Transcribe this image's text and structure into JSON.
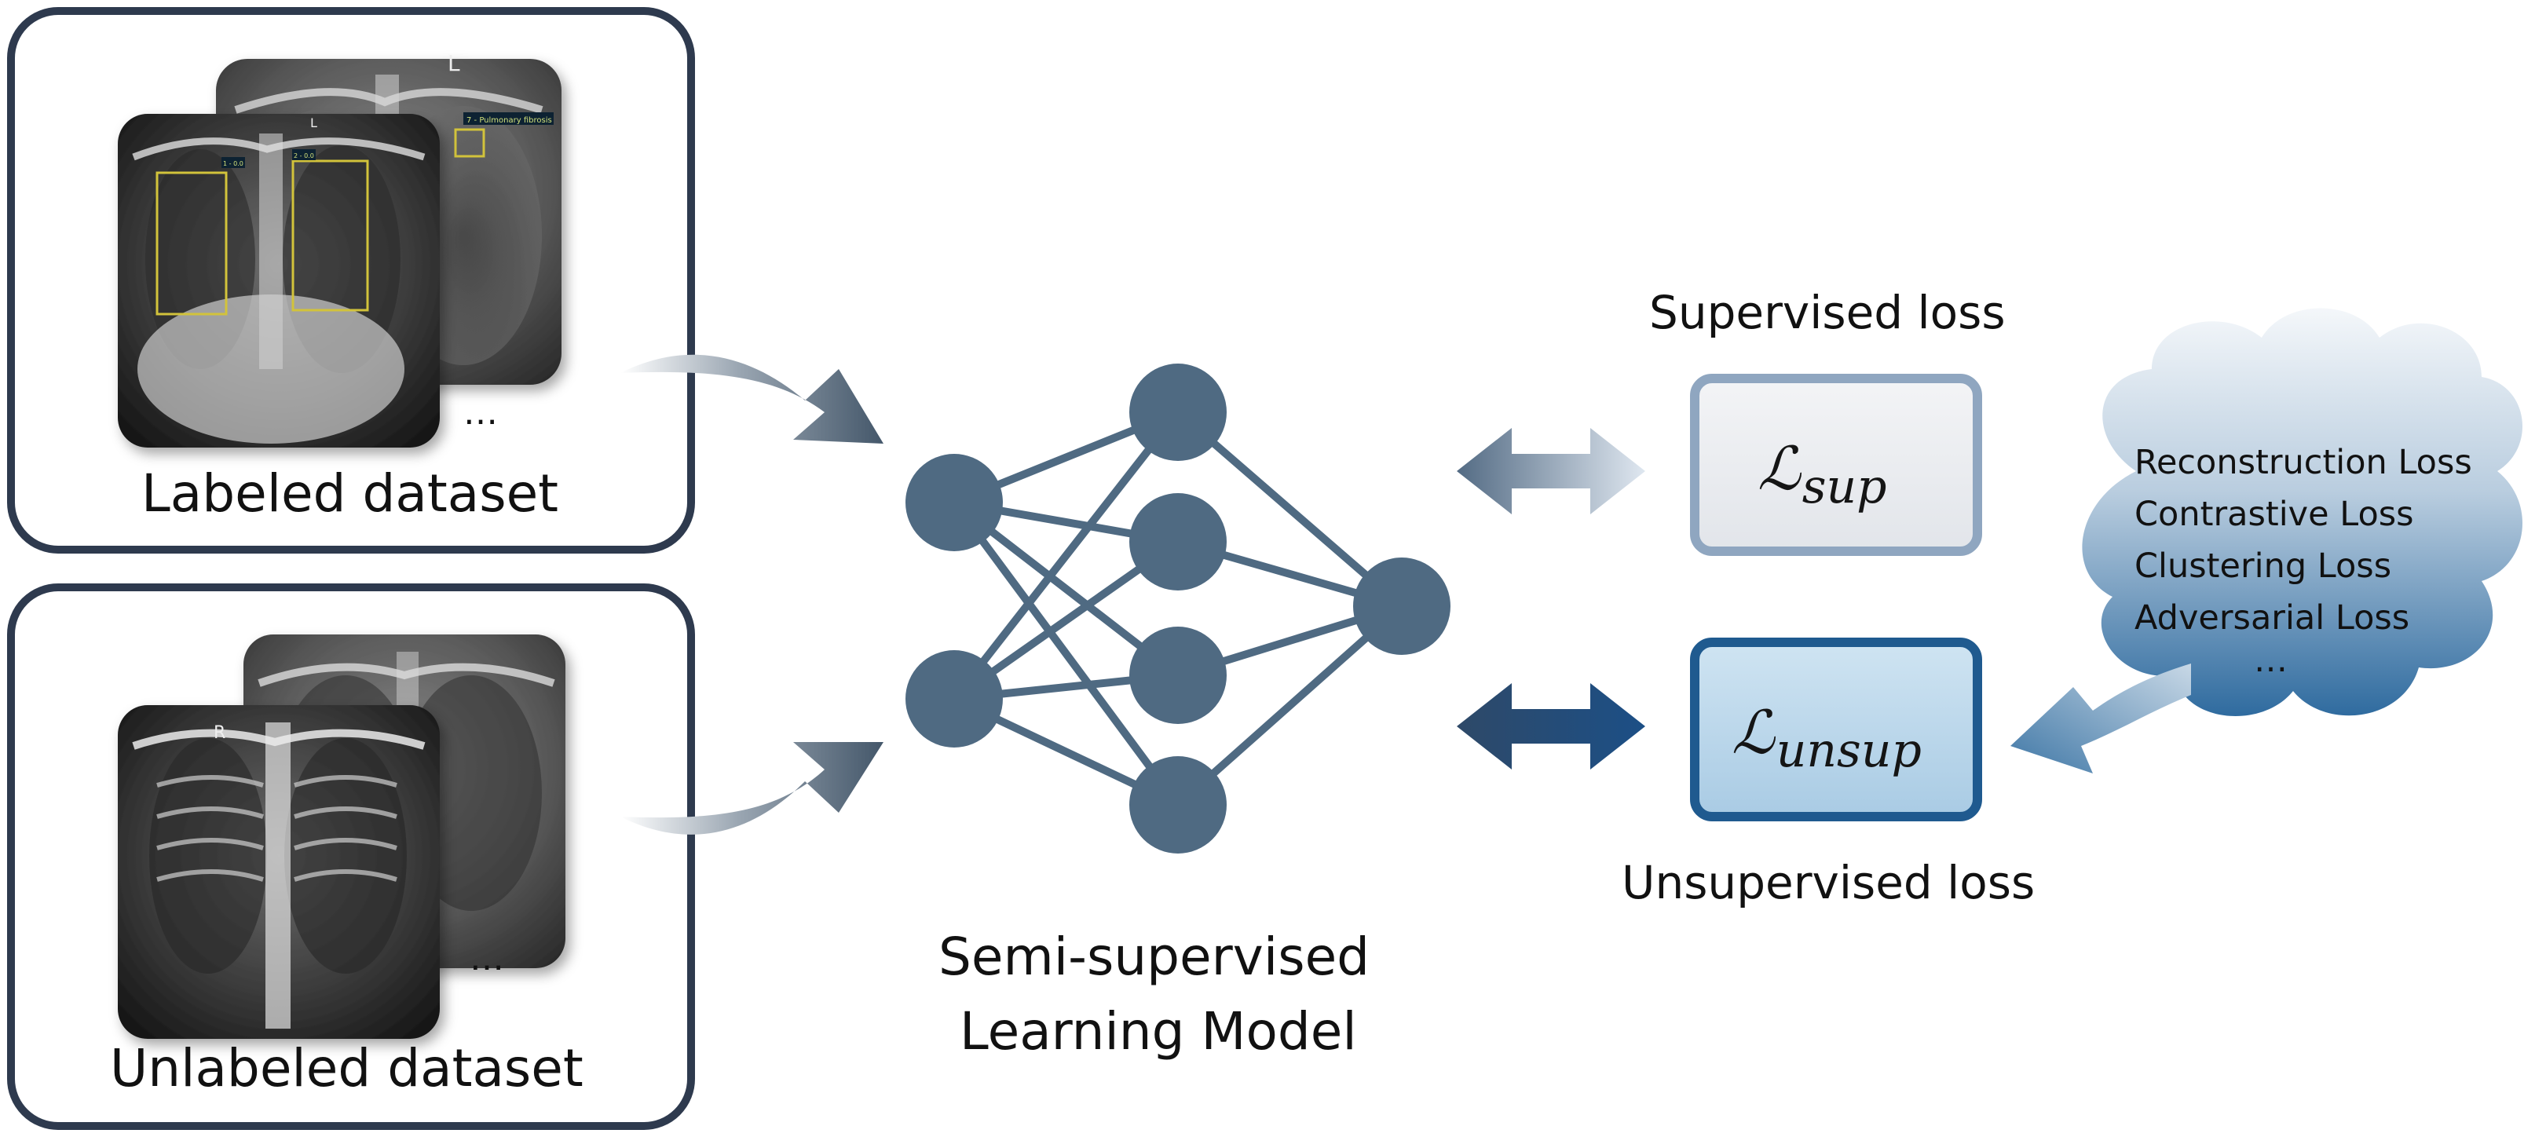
{
  "datasets": {
    "labeled": {
      "title": "Labeled dataset",
      "more": "…",
      "xray_marks": {
        "side_marker": "L",
        "box_tag_1": "1 - 0.0",
        "box_tag_2": "2 - 0.0",
        "finding_tag": "7 - Pulmonary fibrosis"
      }
    },
    "unlabeled": {
      "title": "Unlabeled dataset",
      "more": "…",
      "xray_marks": {
        "side_marker": "R"
      }
    }
  },
  "model": {
    "title_line1": "Semi-supervised",
    "title_line2": "Learning Model"
  },
  "losses": {
    "supervised": {
      "caption": "Supervised loss",
      "symbol": "ℒ",
      "subscript": "sup"
    },
    "unsupervised": {
      "caption": "Unsupervised loss",
      "symbol": "ℒ",
      "subscript": "unsup"
    }
  },
  "unsup_loss_types": [
    "Reconstruction Loss",
    "Contrastive Loss",
    "Clustering Loss",
    "Adversarial Loss",
    "…"
  ],
  "colors": {
    "panel_border": "#2e3a4e",
    "node": "#4f6a82",
    "edge": "#4f6a82",
    "sup_box_border": "#8fa6c0",
    "unsup_box_border": "#1f5a8f",
    "unsup_box_fill": "#b8d6ea",
    "cloud_top": "#e9f0f6",
    "cloud_bottom": "#3f77a6"
  }
}
